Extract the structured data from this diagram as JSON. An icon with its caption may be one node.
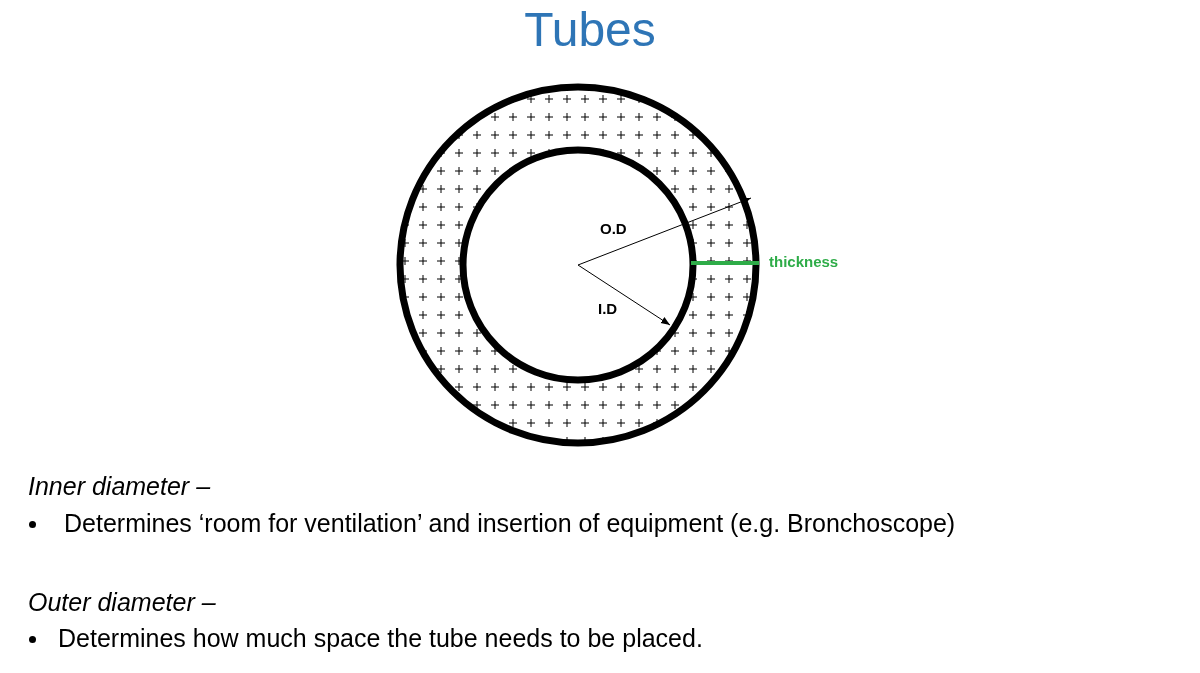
{
  "diagram": {
    "title": "Tubes",
    "labels": [
      "O.D",
      "I.D",
      "thickness",
      "Inner diameter –",
      "Determines ‘room for ventilation’ and insertion of equipment (e.g. Bronchoscope)",
      "Outer diameter –",
      "Determines how much space the tube needs to be placed."
    ]
  }
}
